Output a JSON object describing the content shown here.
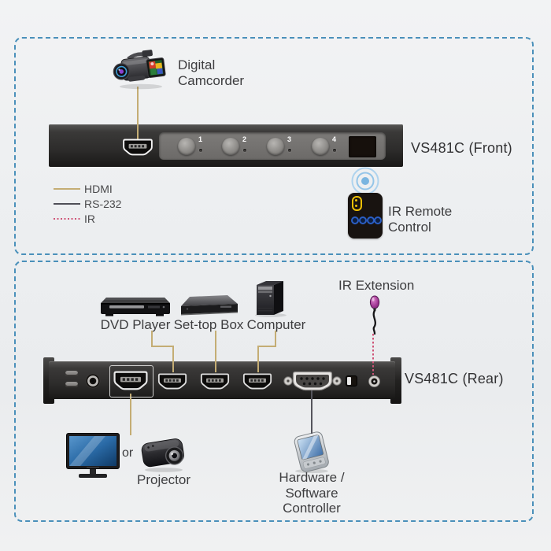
{
  "diagram": {
    "front_section": {
      "device_label": "VS481C (Front)",
      "source_label_lines": [
        "Digital",
        "Camcorder"
      ],
      "port_buttons": [
        "1",
        "2",
        "3",
        "4"
      ],
      "remote_label_lines": [
        "IR Remote",
        "Control"
      ]
    },
    "legend": {
      "items": [
        {
          "label": "HDMI",
          "color": "#c4ad74",
          "line_style": "solid"
        },
        {
          "label": "RS-232",
          "color": "#4f4f57",
          "line_style": "solid"
        },
        {
          "label": "IR",
          "color": "#cf5578",
          "line_style": "dotted"
        }
      ]
    },
    "rear_section": {
      "device_label": "VS481C (Rear)",
      "source_labels": [
        "DVD Player",
        "Set-top Box",
        "Computer"
      ],
      "ir_extension_label": "IR Extension",
      "or_label": "or",
      "projector_label": "Projector",
      "controller_label_lines": [
        "Hardware / Software",
        "Controller"
      ]
    },
    "icons": [
      "digital-camcorder-icon",
      "hdmi-port-icon",
      "ir-window-icon",
      "signal-waves-icon",
      "ir-remote-icon",
      "dvd-player-icon",
      "set-top-box-icon",
      "computer-tower-icon",
      "ir-extension-bulb-icon",
      "dc-power-jack-icon",
      "cable-tie-icon",
      "db9-serial-port-icon",
      "ir-jack-icon",
      "monitor-icon",
      "projector-icon",
      "controller-pda-icon"
    ],
    "colors": {
      "box_border": "#4a90ba",
      "panel_dark": "#302f2e",
      "hdmi_line": "#c4ad74",
      "rs232_line": "#4f4f57",
      "ir_line": "#cf5578",
      "background": "#edeff1"
    }
  }
}
